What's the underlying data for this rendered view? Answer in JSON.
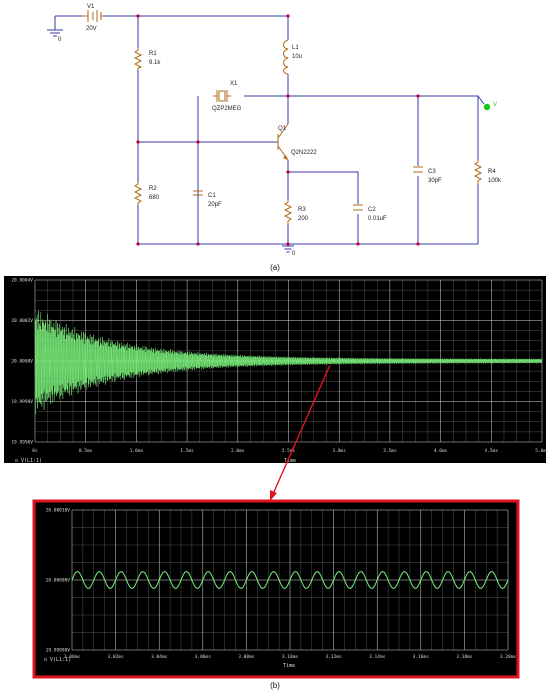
{
  "captions": {
    "a": "(a)",
    "b": "(b)"
  },
  "schematic": {
    "source": {
      "name": "V1",
      "value": "20V",
      "ground": "0"
    },
    "bottom_ground": "0",
    "components": [
      {
        "id": "R1",
        "name": "R1",
        "value": "9.1k"
      },
      {
        "id": "R2",
        "name": "R2",
        "value": "680"
      },
      {
        "id": "L1",
        "name": "L1",
        "value": "10u"
      },
      {
        "id": "X1",
        "name": "X1",
        "value": "QZP2MEG"
      },
      {
        "id": "Q1",
        "name": "Q1",
        "value": "Q2N2222"
      },
      {
        "id": "C1",
        "name": "C1",
        "value": "20pF"
      },
      {
        "id": "R3",
        "name": "R3",
        "value": "200"
      },
      {
        "id": "C2",
        "name": "C2",
        "value": "0.01uF"
      },
      {
        "id": "C3",
        "name": "C3",
        "value": "30pF"
      },
      {
        "id": "R4",
        "name": "R4",
        "value": "100k"
      }
    ],
    "probe_label": "V"
  },
  "chart_data": [
    {
      "type": "line",
      "x_ticks": [
        "0s",
        "0.5ms",
        "1.0ms",
        "1.5ms",
        "2.0ms",
        "2.5ms",
        "3.0ms",
        "3.5ms",
        "4.0ms",
        "4.5ms",
        "5.0ms"
      ],
      "y_ticks": [
        "20.0004V",
        "20.0002V",
        "20.0000V",
        "19.9998V",
        "19.9996V"
      ],
      "xlabel": "Time",
      "xlim": [
        0,
        5.0
      ],
      "ylim": [
        19.9996,
        20.0004
      ],
      "legend": "V(L1:1)",
      "series_color": "#7cf27c",
      "envelope": {
        "center": 20.0,
        "initial_amplitude": 0.00027,
        "settled_amplitude": 1.2e-05,
        "settle_time_ms": 2.5
      }
    },
    {
      "type": "line",
      "x_ticks": [
        "3.00ms",
        "3.02ms",
        "3.04ms",
        "3.06ms",
        "3.08ms",
        "3.10ms",
        "3.12ms",
        "3.14ms",
        "3.16ms",
        "3.18ms",
        "3.20ms"
      ],
      "y_ticks": [
        "20.00010V",
        "20.00000V",
        "19.99990V"
      ],
      "xlabel": "Time",
      "xlim": [
        3.0,
        3.2
      ],
      "ylim": [
        19.9999,
        20.0001
      ],
      "legend": "V(L1:1)",
      "series_color": "#7cf27c",
      "wave": {
        "cycles": 20,
        "amplitude": 1.2e-05,
        "center": 20.0
      }
    }
  ],
  "colors": {
    "zoom_frame": "#e0141e",
    "arrow": "#e0141e",
    "plot_bg": "#000000",
    "grid": "#ffffff"
  }
}
